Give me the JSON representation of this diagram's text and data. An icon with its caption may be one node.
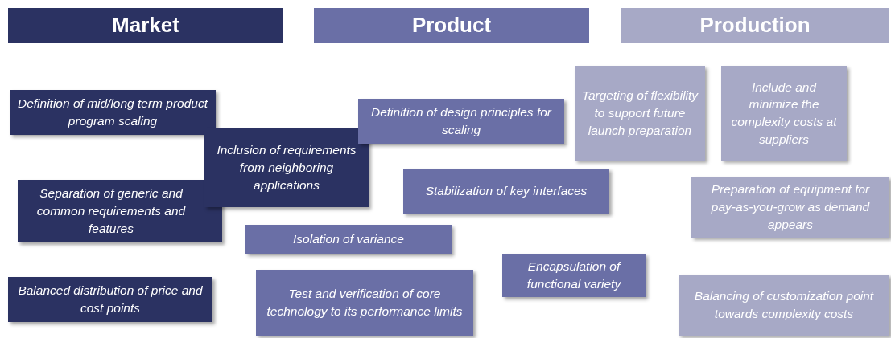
{
  "diagram": {
    "nodes": [
      {
        "text": [
          "Market"
        ]
      },
      {
        "text": [
          "Product"
        ]
      },
      {
        "text": [
          "Production"
        ]
      },
      {
        "text": [
          "Definition of mid/long term product program scaling"
        ]
      },
      {
        "text": [
          "Separation of generic and common requirements and features"
        ]
      },
      {
        "text": [
          "Inclusion of requirements from neighboring applications"
        ]
      },
      {
        "text": [
          "Balanced distribution of price and cost points"
        ]
      },
      {
        "text": [
          "Definition of design principles for scaling"
        ]
      },
      {
        "text": [
          "Stabilization of key interfaces"
        ]
      },
      {
        "text": [
          "Isolation of variance"
        ]
      },
      {
        "text": [
          "Test and verification of core technology to its performance limits"
        ]
      },
      {
        "text": [
          "Encapsulation of functional variety"
        ]
      },
      {
        "text": [
          "Targeting of flexibility to support future launch preparation"
        ]
      },
      {
        "text": [
          "Include and minimize the complexity costs at suppliers"
        ]
      },
      {
        "text": [
          "Preparation of equipment for pay-as-you-grow as demand appears"
        ]
      },
      {
        "text": [
          "Balancing of customization point towards complexity costs"
        ]
      }
    ]
  }
}
